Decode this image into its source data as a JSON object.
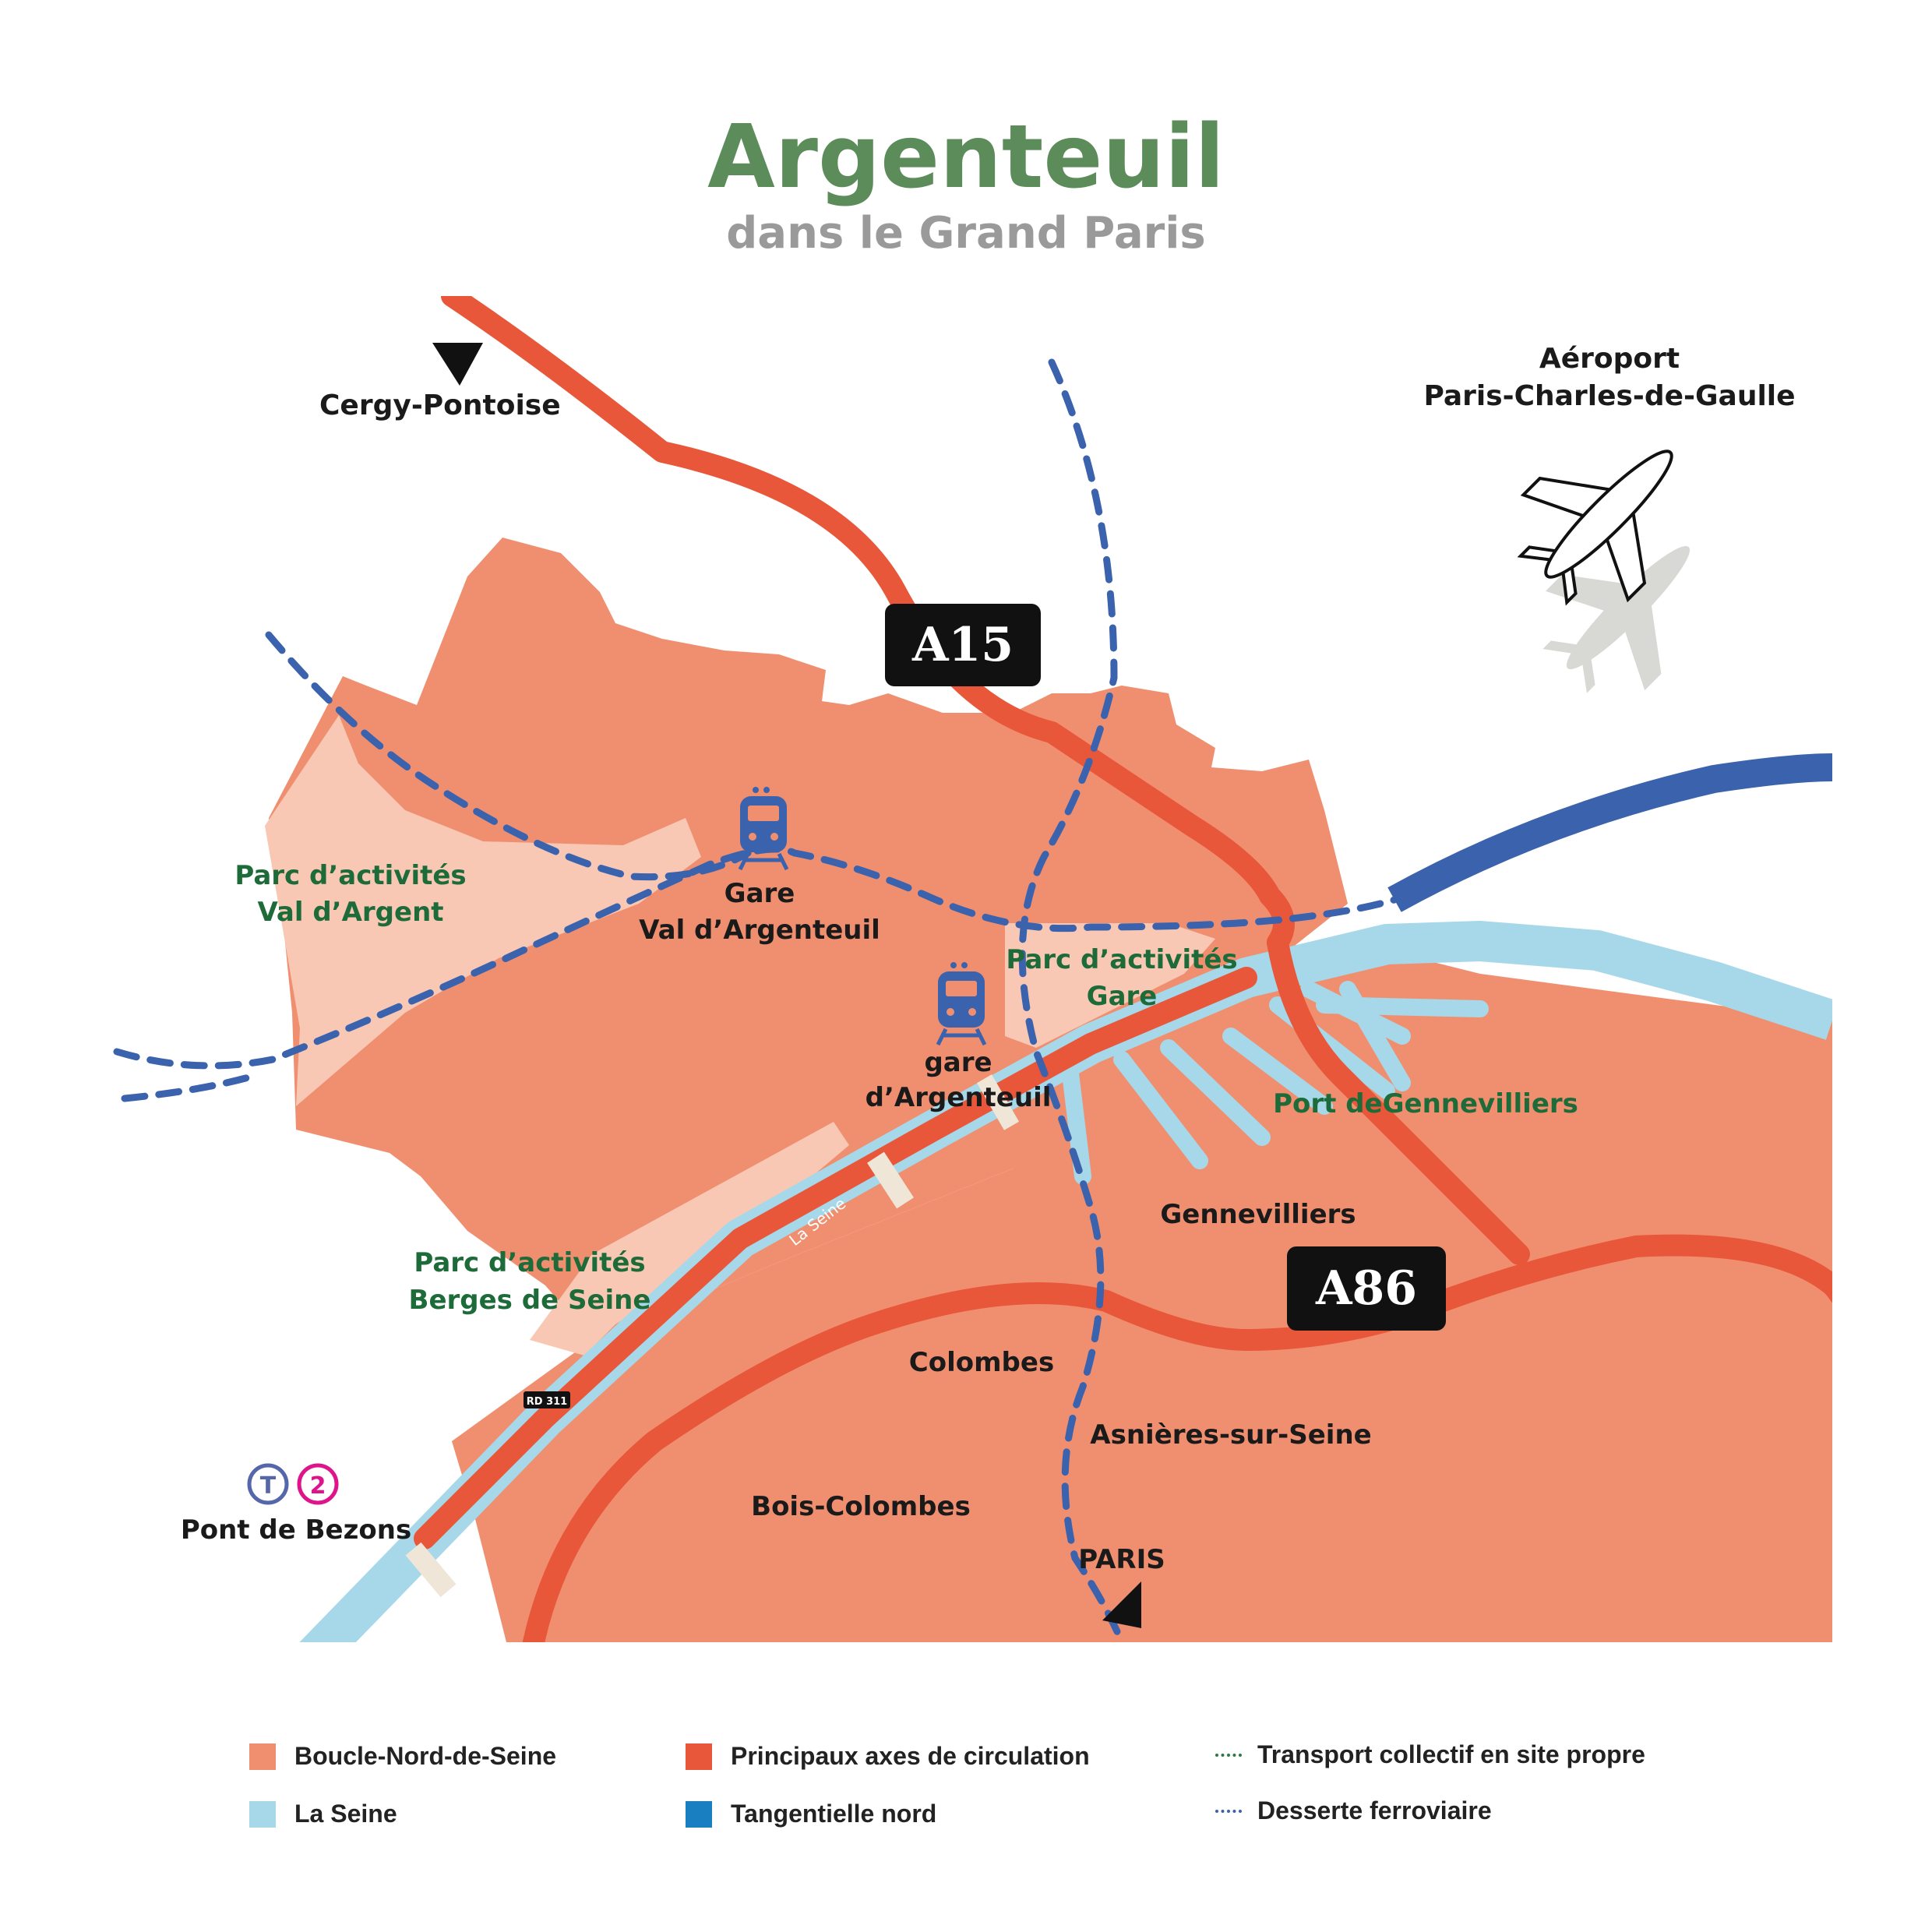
{
  "header": {
    "title": "Argenteuil",
    "subtitle": "dans le Grand Paris"
  },
  "colors": {
    "title_green": "#5b8c5a",
    "subtitle_grey": "#9a9a9a",
    "boucle": "#f08f70",
    "activity_zone": "#f8c8b4",
    "seine": "#a6d8e9",
    "roads": "#e8573a",
    "tangentielle": "#3a62ad",
    "rail_dashed": "#3a62ad",
    "tcsp_dotted": "#2e7a45",
    "zone_label_green": "#1e6b3a"
  },
  "places": {
    "cergy": "Cergy-Pontoise",
    "airport_line1": "Aéroport",
    "airport_line2": "Paris-Charles-de-Gaulle",
    "gare_val_line1": "Gare",
    "gare_val_line2": "Val d’Argenteuil",
    "gare_arg_line1": "gare",
    "gare_arg_line2": "d’Argenteuil",
    "gennevilliers": "Gennevilliers",
    "colombes": "Colombes",
    "asnieres": "Asnières-sur-Seine",
    "bois_colombes": "Bois-Colombes",
    "paris": "PARIS",
    "pont_bezons": "Pont de Bezons",
    "la_seine": "La Seine"
  },
  "zones": {
    "val_argent_line1": "Parc d’activités",
    "val_argent_line2": "Val d’Argent",
    "gare_line1": "Parc d’activités",
    "gare_line2": "Gare",
    "berges_line1": "Parc d’activités",
    "berges_line2": "Berges de Seine",
    "port": "Port deGennevilliers"
  },
  "road_badges": {
    "a15": "A15",
    "a86": "A86",
    "rd311": "RD 311"
  },
  "transit_badges": {
    "tram": "T",
    "tram_line": "2"
  },
  "icons": [
    "train-icon",
    "airplane-icon",
    "direction-arrow-icon"
  ],
  "legend": [
    {
      "label": "Boucle-Nord-de-Seine",
      "color": "#f08f70",
      "kind": "swatch"
    },
    {
      "label": "Principaux axes de circulation",
      "color": "#e8573a",
      "kind": "swatch"
    },
    {
      "label": "Transport collectif en site propre",
      "color": "#2e7a45",
      "kind": "dotted"
    },
    {
      "label": "La Seine",
      "color": "#a6d8e9",
      "kind": "swatch"
    },
    {
      "label": "Tangentielle nord",
      "color": "#1a7fc1",
      "kind": "swatch"
    },
    {
      "label": "Desserte ferroviaire",
      "color": "#3a62ad",
      "kind": "dotted"
    }
  ]
}
